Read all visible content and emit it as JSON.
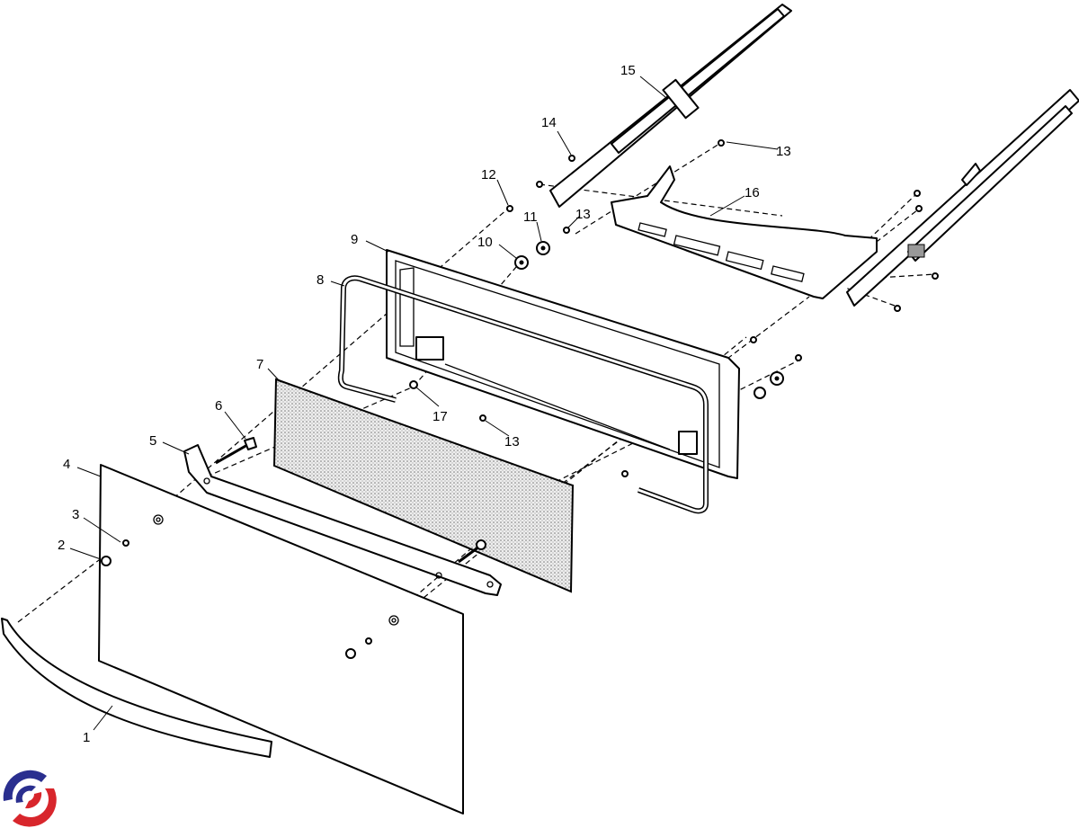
{
  "diagram": {
    "callouts": [
      {
        "id": "1",
        "text": "1"
      },
      {
        "id": "2",
        "text": "2"
      },
      {
        "id": "3",
        "text": "3"
      },
      {
        "id": "4",
        "text": "4"
      },
      {
        "id": "5",
        "text": "5"
      },
      {
        "id": "6",
        "text": "6"
      },
      {
        "id": "7",
        "text": "7"
      },
      {
        "id": "8",
        "text": "8"
      },
      {
        "id": "9",
        "text": "9"
      },
      {
        "id": "10",
        "text": "10"
      },
      {
        "id": "11",
        "text": "11"
      },
      {
        "id": "12",
        "text": "12"
      },
      {
        "id": "13a",
        "text": "13"
      },
      {
        "id": "13b",
        "text": "13"
      },
      {
        "id": "13c",
        "text": "13"
      },
      {
        "id": "14",
        "text": "14"
      },
      {
        "id": "15",
        "text": "15"
      },
      {
        "id": "16",
        "text": "16"
      },
      {
        "id": "17",
        "text": "17"
      }
    ],
    "logo": {
      "colors": {
        "blue": "#2a2f8f",
        "red": "#d8262c"
      }
    }
  }
}
